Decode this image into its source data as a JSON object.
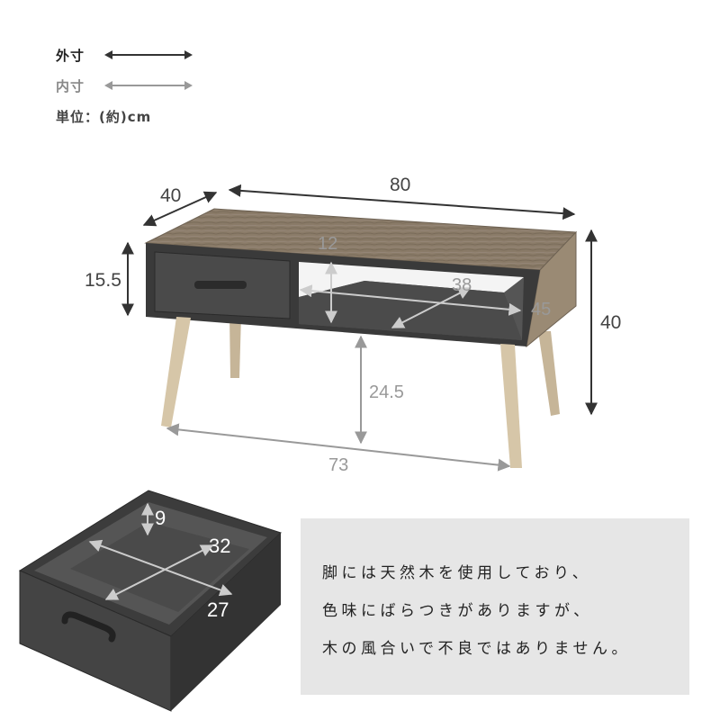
{
  "legend": {
    "outer": "外寸",
    "inner": "内寸",
    "unit": "単位：(約)cm"
  },
  "dimensions": {
    "depth": "40",
    "width": "80",
    "drawer_height": "15.5",
    "shelf_height": "12",
    "shelf_width": "38",
    "shelf_depth": "45",
    "total_height": "40",
    "clearance": "24.5",
    "leg_span": "73",
    "drawer_inner_height": "9",
    "drawer_inner_width": "32",
    "drawer_inner_depth": "27"
  },
  "note": {
    "lines": [
      "脚には天然木を使用しており、",
      "色味にばらつきがありますが、",
      "木の風合いで不良ではありません。"
    ]
  },
  "colors": {
    "outer_arrow": "#333333",
    "inner_arrow": "#999999",
    "wood_top": "#8a7a66",
    "drawer_body": "#3c3c3c",
    "leg": "#c9b89c",
    "note_bg": "#e6e6e6"
  }
}
